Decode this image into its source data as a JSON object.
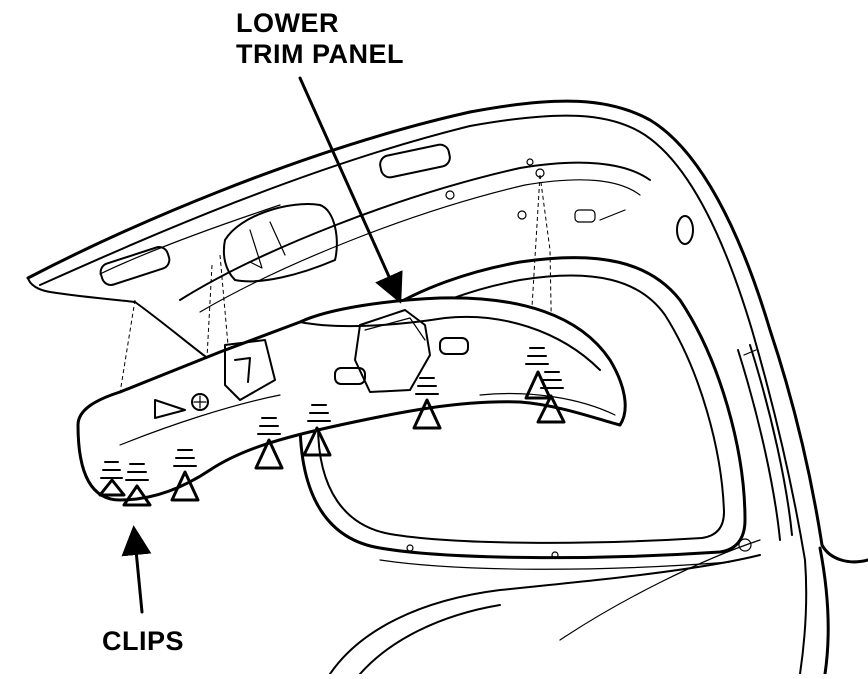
{
  "labels": {
    "lower_trim_panel_line1": "LOWER",
    "lower_trim_panel_line2": "TRIM PANEL",
    "clips": "CLIPS"
  },
  "colors": {
    "ink": "#000000",
    "paper": "#ffffff"
  }
}
